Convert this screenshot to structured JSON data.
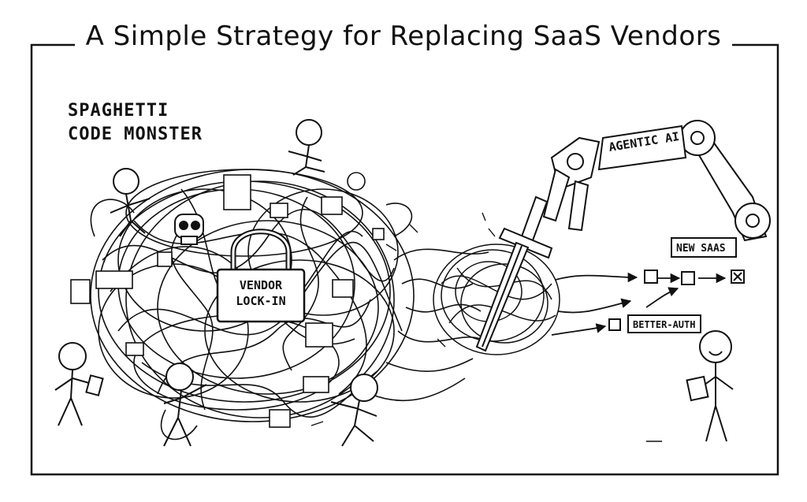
{
  "title": "A Simple Strategy for Replacing SaaS Vendors",
  "monster": {
    "line1": "SPAGHETTI",
    "line2": "CODE MONSTER"
  },
  "lock": {
    "line1": "VENDOR",
    "line2": "LOCK-IN"
  },
  "robot_arm": {
    "label": "AGENTIC AI"
  },
  "outputs": {
    "new_saas": "NEW SAAS",
    "better_auth": "BETTER-AUTH"
  },
  "colors": {
    "ink": "#111111",
    "paper": "#ffffff"
  }
}
